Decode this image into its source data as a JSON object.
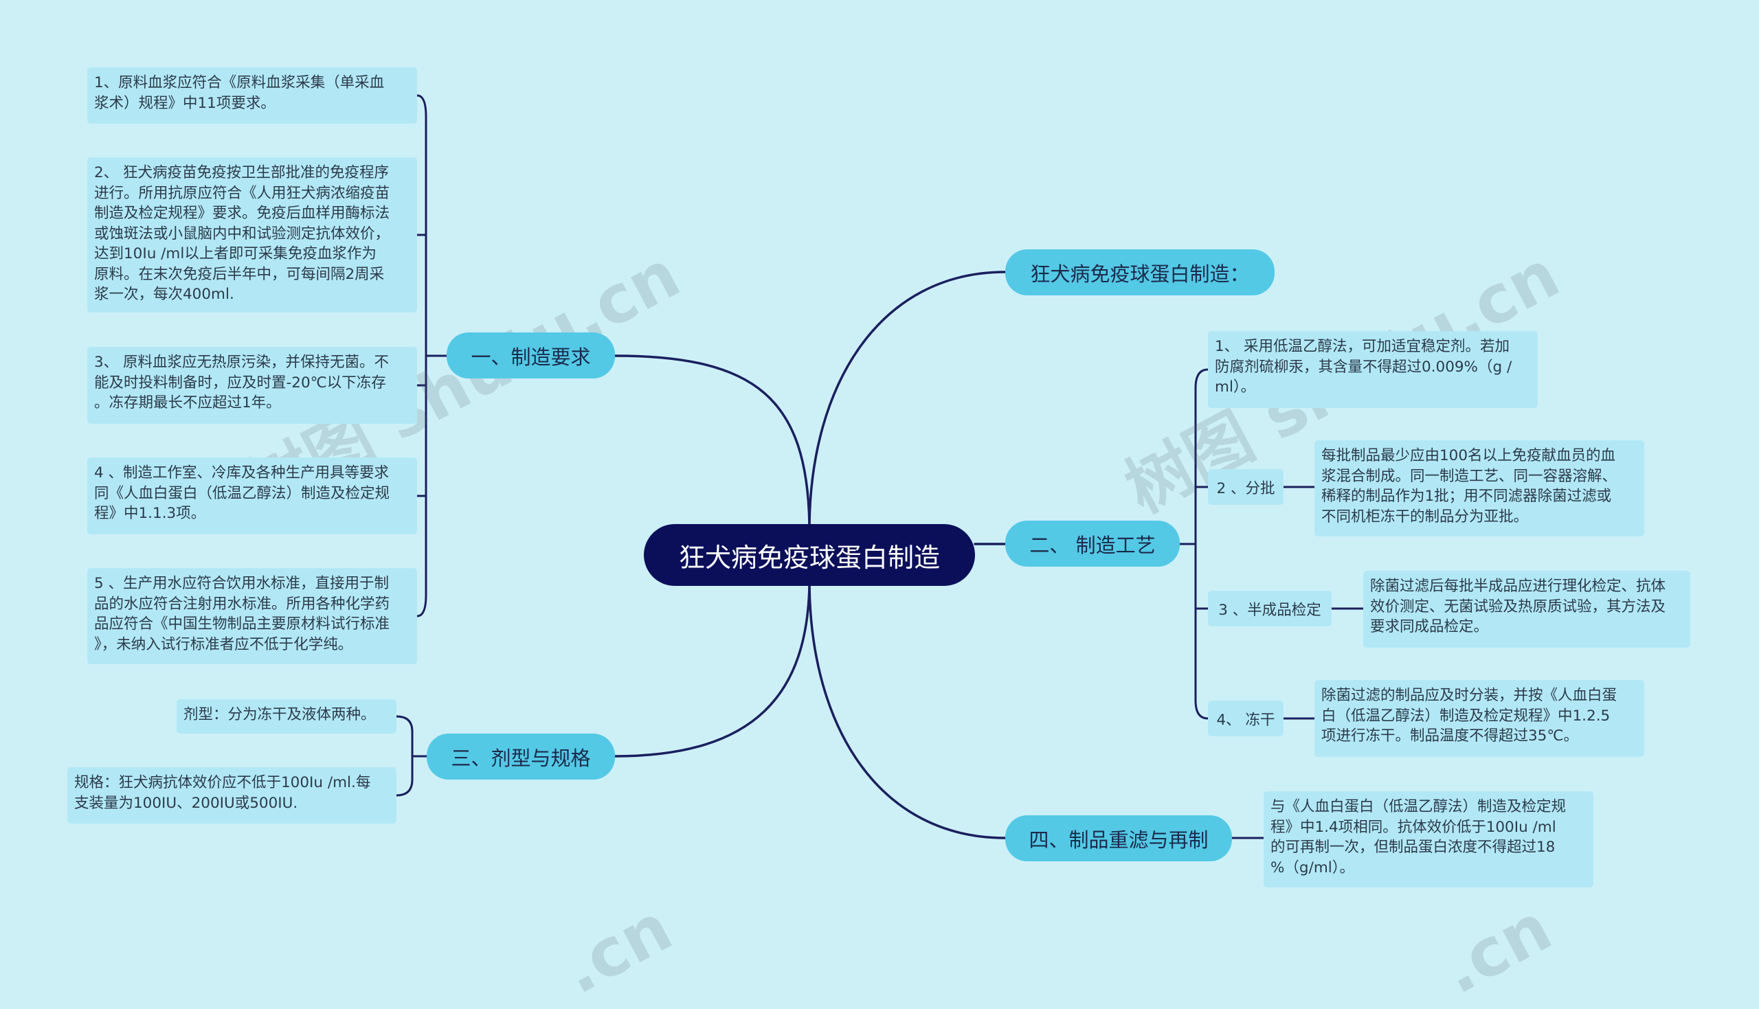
{
  "watermarks": [
    "树图 shutu.cn",
    "树图 shutu.cn",
    ".cn",
    ".cn"
  ],
  "root": {
    "text": "狂犬病免疫球蛋白制造"
  },
  "branches": [
    {
      "text": "一、制造要求"
    },
    {
      "text": "三、剂型与规格"
    },
    {
      "text": "狂犬病免疫球蛋白制造："
    },
    {
      "text": "二、 制造工艺"
    },
    {
      "text": "四、制品重滤与再制"
    }
  ],
  "left_leaves": [
    {
      "text": "1、原料血浆应符合《原料血浆采集（单采血\n浆术）规程》中11项要求。"
    },
    {
      "text": "2、 狂犬病疫苗免疫按卫生部批准的免疫程序\n进行。所用抗原应符合《人用狂犬病浓缩疫苗\n制造及检定规程》要求。免疫后血样用酶标法\n或蚀斑法或小鼠脑内中和试验测定抗体效价，\n达到10Iu /ml以上者即可采集免疫血浆作为\n原料。在末次免疫后半年中，可每间隔2周采\n浆一次，每次400ml."
    },
    {
      "text": "3、 原料血浆应无热原污染，并保持无菌。不\n能及时投料制备时，应及时置-20℃以下冻存\n。冻存期最长不应超过1年。"
    },
    {
      "text": "4 、制造工作室、冷库及各种生产用具等要求\n同《人血白蛋白（低温乙醇法）制造及检定规\n程》中1.1.3项。"
    },
    {
      "text": "5 、生产用水应符合饮用水标准，直接用于制\n品的水应符合注射用水标准。所用各种化学药\n品应符合《中国生物制品主要原材料试行标准\n》，未纳入试行标准者应不低于化学纯。"
    },
    {
      "text": "剂型：分为冻干及液体两种。"
    },
    {
      "text": "规格：狂犬病抗体效价应不低于100Iu /ml.每\n支装量为100IU、200IU或500IU."
    }
  ],
  "process": {
    "step1": {
      "text": "1、 采用低温乙醇法，可加适宜稳定剂。若加\n防腐剂硫柳汞，其含量不得超过0.009%（g /\nml）。"
    },
    "steps": [
      {
        "label": "2 、分批",
        "detail": "每批制品最少应由100名以上免疫献血员的血\n浆混合制成。同一制造工艺、同一容器溶解、\n稀释的制品作为1批；用不同滤器除菌过滤或\n不同机柜冻干的制品分为亚批。"
      },
      {
        "label": "3 、半成品检定",
        "detail": "除菌过滤后每批半成品应进行理化检定、抗体\n效价测定、无菌试验及热原质试验，其方法及\n要求同成品检定。"
      },
      {
        "label": "4、 冻干",
        "detail": "除菌过滤的制品应及时分装，并按《人血白蛋\n白（低温乙醇法）制造及检定规程》中1.2.5\n项进行冻干。制品温度不得超过35℃。"
      }
    ]
  },
  "refilter": {
    "text": "与《人血白蛋白（低温乙醇法）制造及检定规\n程》中1.4项相同。抗体效价低于100Iu /ml\n的可再制一次，但制品蛋白浓度不得超过18\n%（g/ml）。"
  },
  "colors": {
    "background": "#cdf0f7",
    "root": "#0b0f5a",
    "branch": "#53c9e6",
    "leaf": "#b2e8f5",
    "line": "#1b1f5e"
  }
}
